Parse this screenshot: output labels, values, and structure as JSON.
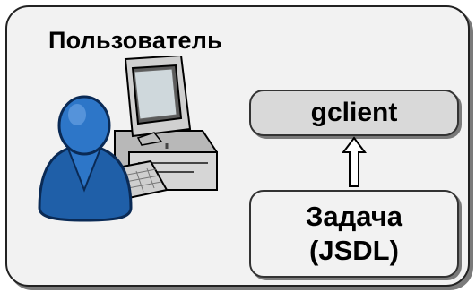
{
  "panel": {
    "title": "Пользователь"
  },
  "boxes": {
    "gclient_label": "gclient",
    "task_label_line1": "Задача",
    "task_label_line2": "(JSDL)"
  },
  "icons": {
    "user": "user-icon",
    "computer": "desktop-computer-icon",
    "arrow": "arrow-up-icon"
  },
  "colors": {
    "panel_bg": "#f2f2f2",
    "gclient_bg": "#d9d9d9",
    "user_blue": "#1f5fa8"
  }
}
